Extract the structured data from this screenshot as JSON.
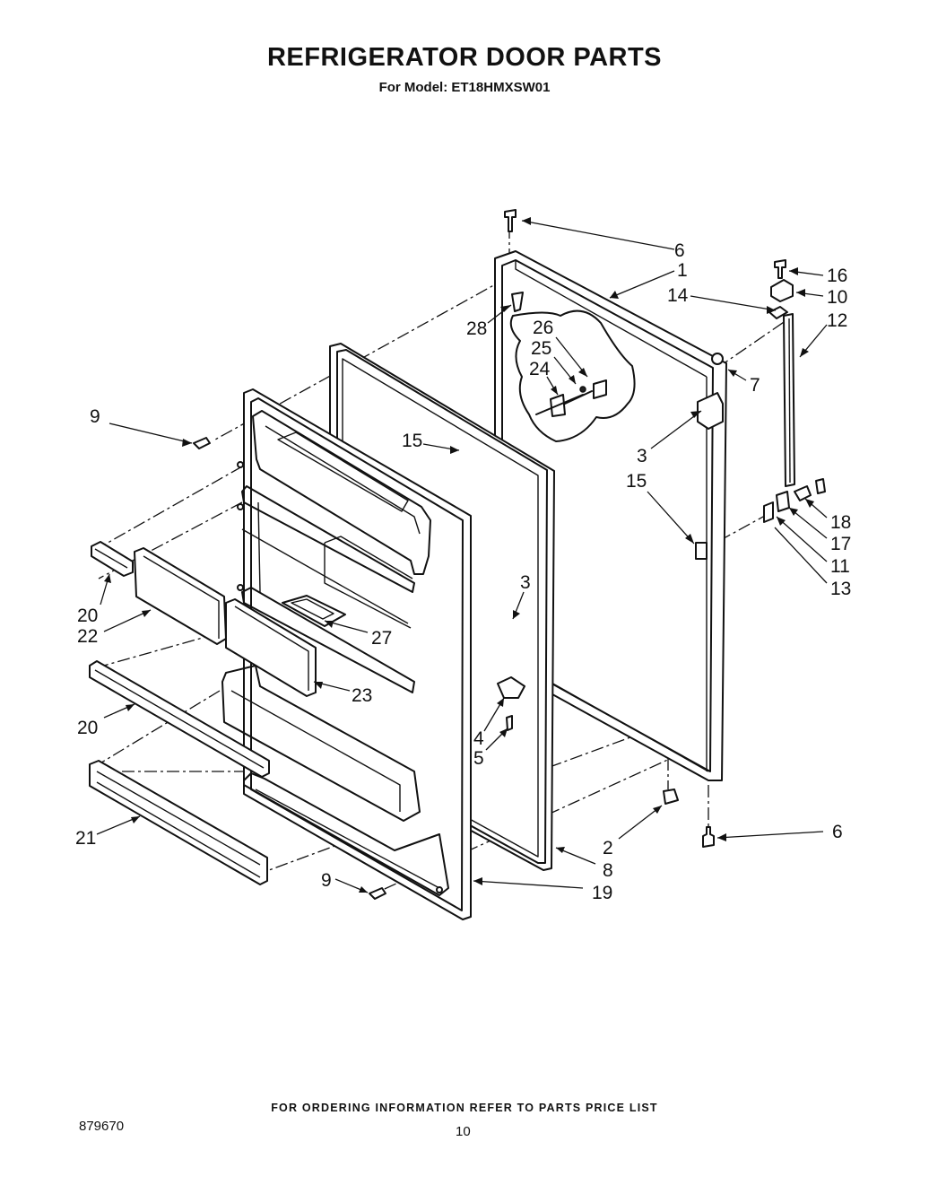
{
  "header": {
    "title": "REFRIGERATOR DOOR PARTS",
    "subtitle": "For Model: ET18HMXSW01"
  },
  "footer": {
    "ordering_note": "FOR ORDERING INFORMATION REFER TO PARTS PRICE LIST",
    "doc_number": "879670",
    "page_number": "10"
  },
  "callouts": {
    "c1": "1",
    "c2": "2",
    "c3a": "3",
    "c3b": "3",
    "c4": "4",
    "c5": "5",
    "c6a": "6",
    "c6b": "6",
    "c7": "7",
    "c8": "8",
    "c9a": "9",
    "c9b": "9",
    "c10": "10",
    "c11": "11",
    "c12": "12",
    "c13": "13",
    "c14": "14",
    "c15a": "15",
    "c15b": "15",
    "c16": "16",
    "c17": "17",
    "c18": "18",
    "c19": "19",
    "c20a": "20",
    "c20b": "20",
    "c21": "21",
    "c22": "22",
    "c23": "23",
    "c24": "24",
    "c25": "25",
    "c26": "26",
    "c27": "27",
    "c28": "28"
  }
}
